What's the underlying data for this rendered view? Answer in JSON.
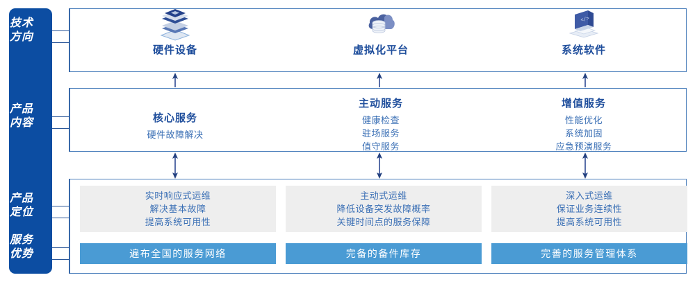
{
  "sidebar": {
    "items": [
      {
        "id": "tech-direction",
        "line1": "技术",
        "line2": "方向"
      },
      {
        "id": "product-content",
        "line1": "产品",
        "line2": "内容"
      },
      {
        "id": "product-positioning",
        "line1": "产品",
        "line2": "定位"
      },
      {
        "id": "service-advantage",
        "line1": "服务",
        "line2": "优势"
      }
    ],
    "color": "#0c4da2"
  },
  "tech_direction": {
    "columns": [
      {
        "icon": "server-stack-icon",
        "label": "硬件设备"
      },
      {
        "icon": "cloud-database-icon",
        "label": "虚拟化平台"
      },
      {
        "icon": "laptop-code-icon",
        "label": "系统软件"
      }
    ]
  },
  "product_content": {
    "columns": [
      {
        "title": "核心服务",
        "items": [
          "硬件故障解决"
        ]
      },
      {
        "title": "主动服务",
        "items": [
          "健康检查",
          "驻场服务",
          "值守服务"
        ]
      },
      {
        "title": "增值服务",
        "items": [
          "性能优化",
          "系统加固",
          "应急预演服务"
        ]
      }
    ]
  },
  "product_positioning": {
    "cards": [
      {
        "lines": [
          "实时响应式运维",
          "解决基本故障",
          "提高系统可用性"
        ]
      },
      {
        "lines": [
          "主动式运维",
          "降低设备突发故障概率",
          "关键时间点的服务保障"
        ]
      },
      {
        "lines": [
          "深入式运维",
          "保证业务连续性",
          "提高系统可用性"
        ]
      }
    ]
  },
  "service_advantage": {
    "bars": [
      {
        "label": "遍布全国的服务网络"
      },
      {
        "label": "完备的备件库存"
      },
      {
        "label": "完善的服务管理体系"
      }
    ],
    "color": "#4a9bd4"
  },
  "colors": {
    "navy": "#0c4da2",
    "panel_border": "#4a7ebb",
    "heading": "#1f4e9c",
    "body_text": "#3a6fb5",
    "card_bg": "#eeeeee",
    "bar_blue": "#4a9bd4"
  }
}
